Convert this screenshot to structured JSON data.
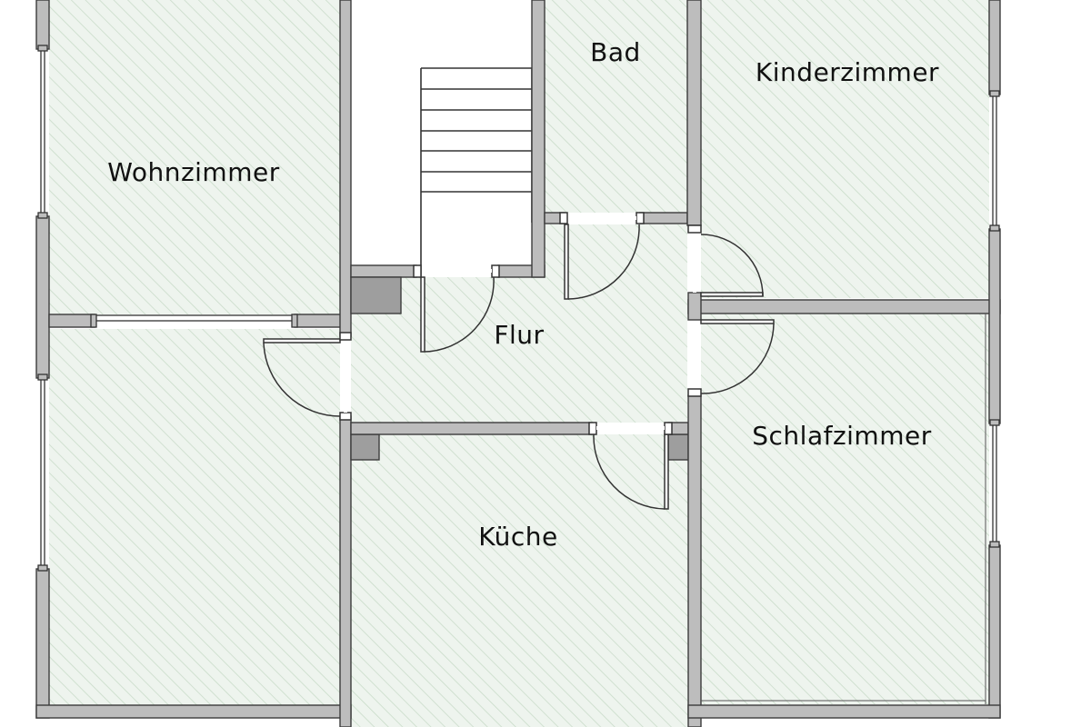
{
  "rooms": {
    "wohnzimmer": "Wohnzimmer",
    "bad": "Bad",
    "kinderzimmer": "Kinderzimmer",
    "flur": "Flur",
    "schlafzimmer": "Schlafzimmer",
    "kueche": "Küche"
  },
  "colors": {
    "floor": "#eef4ee",
    "hatch": "#c9dcc9",
    "wall_fill": "#bdbdbd",
    "wall_stroke": "#3c3c3c",
    "line": "#333333"
  }
}
